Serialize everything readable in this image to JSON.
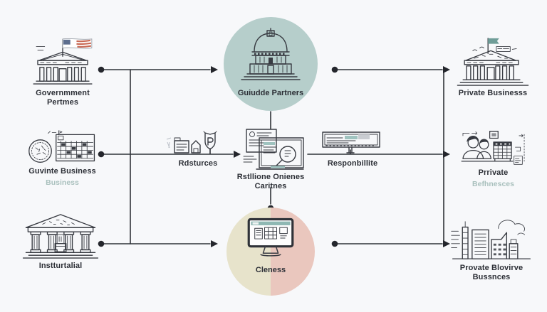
{
  "diagram": {
    "background": "#f7f8fa",
    "stroke_color": "#383b42",
    "top_circle_color": "#b6cecb",
    "bottom_circle_left_color": "#e7e3cb",
    "bottom_circle_right_color": "#eac7be"
  },
  "left_column": {
    "items": [
      {
        "label": "Governmment Pertmes"
      },
      {
        "label": "Guvinte Business",
        "sublabel": "Business"
      },
      {
        "label": "Instturtalial"
      }
    ]
  },
  "center": {
    "top_circle": {
      "label": "Guiudde Partners"
    },
    "middle_node": {
      "label_line1": "Rstllione Onienes",
      "label_line2": "Caritnes"
    },
    "bottom_circle": {
      "label": "Cleness"
    }
  },
  "connectors": {
    "left_mid_label": "Rdsturces",
    "right_mid_label": "Responbillite"
  },
  "right_column": {
    "items": [
      {
        "label": "Private Businesss"
      },
      {
        "label": "Prrivate",
        "sublabel": "Befhnesces"
      },
      {
        "label": "Provate Blovirve Bussnces"
      }
    ]
  }
}
